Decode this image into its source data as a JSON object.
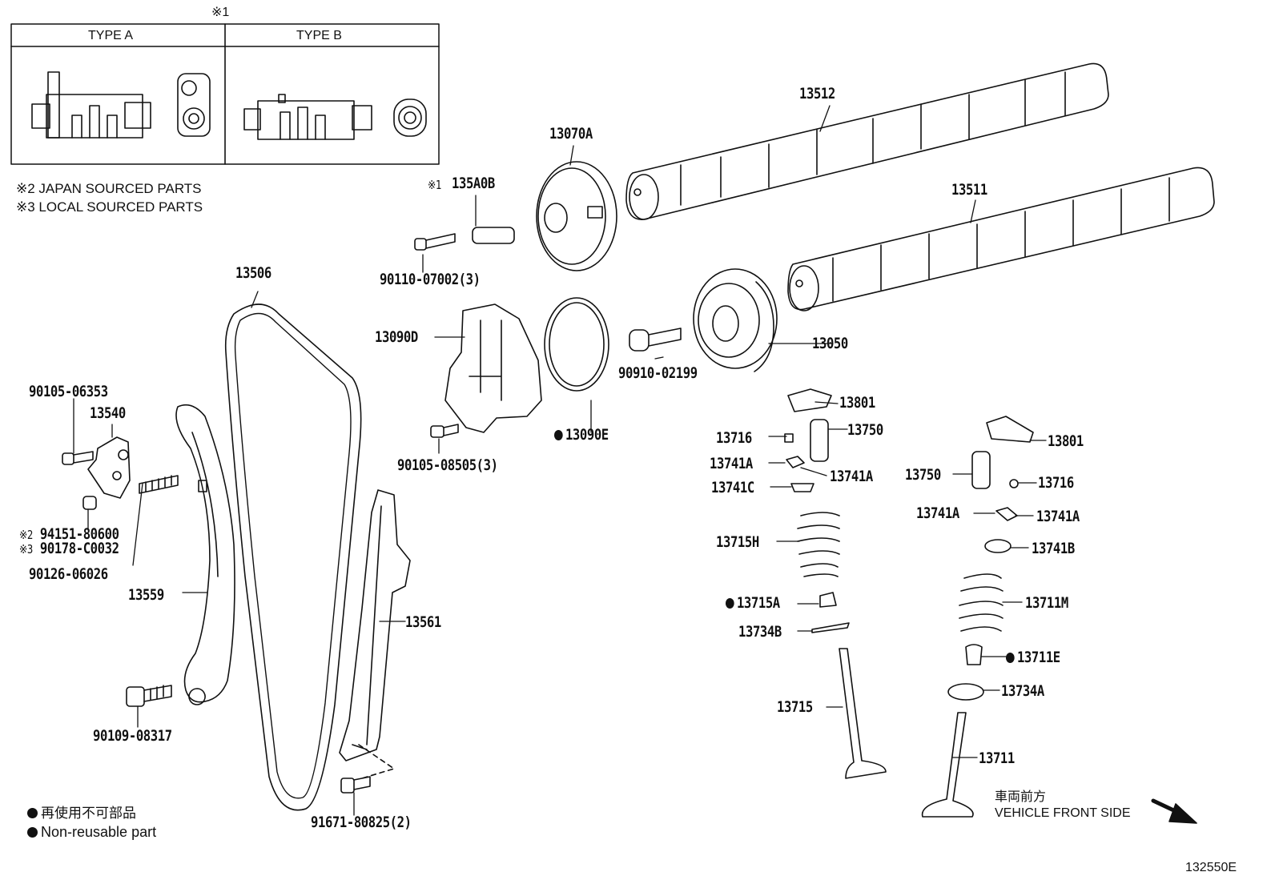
{
  "legend_box": {
    "ref_mark": "※1",
    "type_a": "TYPE A",
    "type_b": "TYPE B"
  },
  "notes": {
    "japan": "※2 JAPAN SOURCED PARTS",
    "local": "※3 LOCAL SOURCED PARTS"
  },
  "parts": {
    "p13512": "13512",
    "p13511": "13511",
    "p13070A": "13070A",
    "p135A0B_mark": "※1",
    "p135A0B": "135A0B",
    "p90110": "90110-07002(3)",
    "p13506": "13506",
    "p13090D": "13090D",
    "p90910": "90910-02199",
    "p13050": "13050",
    "p90105_08505": "90105-08505(3)",
    "p13090E": "13090E",
    "p90105_06353": "90105-06353",
    "p13540": "13540",
    "p94151_mark": "※2",
    "p94151": "94151-80600",
    "p90178_mark": "※3",
    "p90178": "90178-C0032",
    "p90126": "90126-06026",
    "p13559": "13559",
    "p13561": "13561",
    "p90109": "90109-08317",
    "p91671": "91671-80825(2)",
    "p13801_a": "13801",
    "p13716_a": "13716",
    "p13750_a": "13750",
    "p13741A_a": "13741A",
    "p13741A_b": "13741A",
    "p13741C": "13741C",
    "p13715H": "13715H",
    "p13715A": "13715A",
    "p13734B": "13734B",
    "p13715": "13715",
    "p13801_b": "13801",
    "p13750_b": "13750",
    "p13716_b": "13716",
    "p13741A_c": "13741A",
    "p13741A_d": "13741A",
    "p13741B": "13741B",
    "p13711M": "13711M",
    "p13711E": "13711E",
    "p13734A": "13734A",
    "p13711": "13711"
  },
  "legend_bottom": {
    "jp": "再使用不可部品",
    "en": "Non-reusable part"
  },
  "direction": {
    "jp": "車両前方",
    "en": "VEHICLE FRONT SIDE"
  },
  "figure_id": "132550E"
}
